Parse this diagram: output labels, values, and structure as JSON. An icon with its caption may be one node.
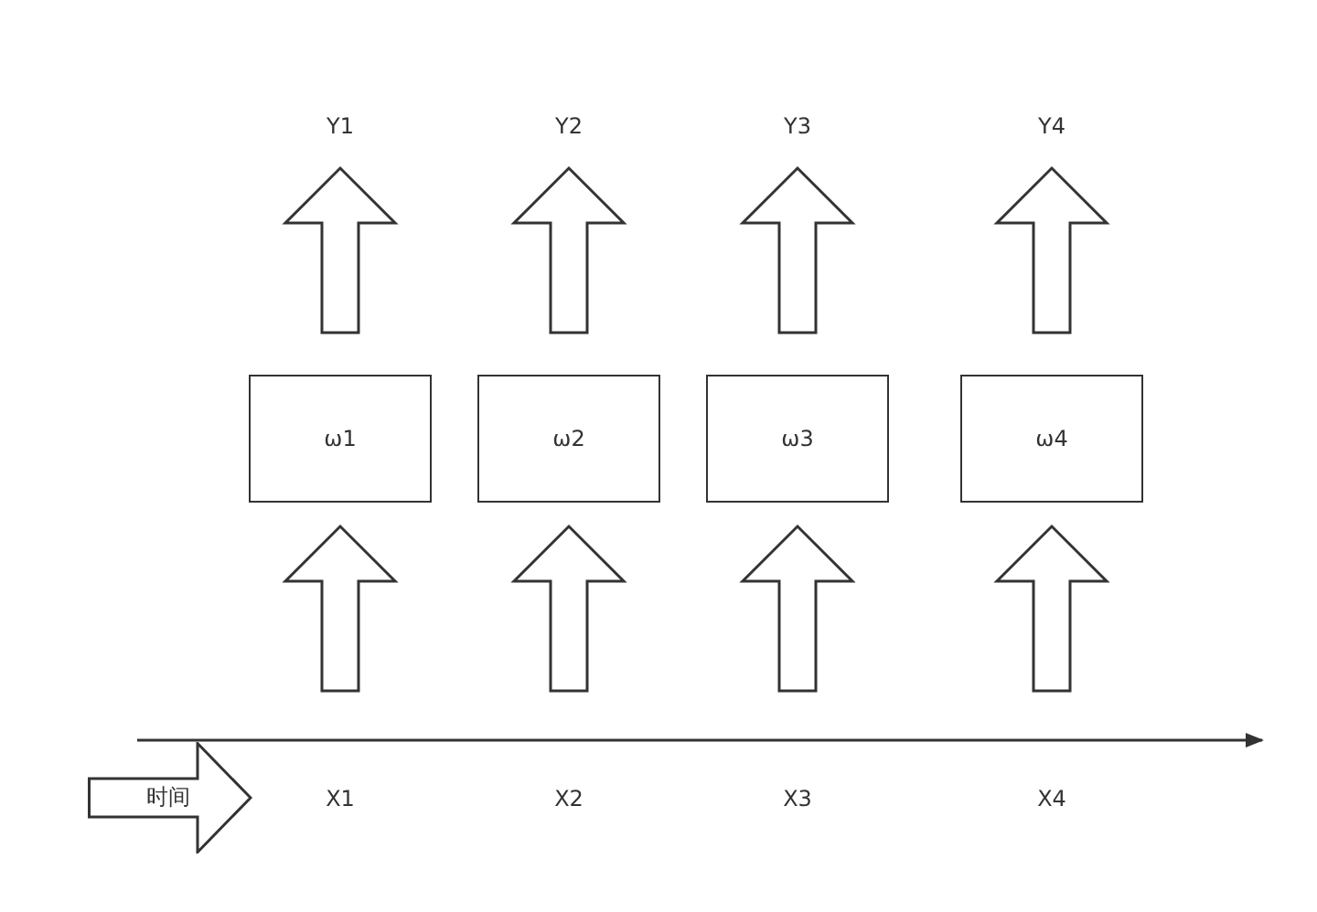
{
  "diagram": {
    "nodes": [
      {
        "text": [
          "Y1"
        ]
      },
      {
        "text": [
          "Y2"
        ]
      },
      {
        "text": [
          "Y3"
        ]
      },
      {
        "text": [
          "Y4"
        ]
      },
      {
        "text": [
          "ω1"
        ]
      },
      {
        "text": [
          "ω2"
        ]
      },
      {
        "text": [
          "ω3"
        ]
      },
      {
        "text": [
          "ω4"
        ]
      },
      {
        "text": [
          "时间"
        ]
      },
      {
        "text": [
          "X1"
        ]
      },
      {
        "text": [
          "X2"
        ]
      },
      {
        "text": [
          "X3"
        ]
      },
      {
        "text": [
          "X4"
        ]
      }
    ],
    "edges": [
      {
        "from": 9,
        "to": 4,
        "arrow": "to"
      },
      {
        "from": 10,
        "to": 5,
        "arrow": "to"
      },
      {
        "from": 11,
        "to": 6,
        "arrow": "to"
      },
      {
        "from": 12,
        "to": 7,
        "arrow": "to"
      },
      {
        "from": 4,
        "to": 0,
        "arrow": "to"
      },
      {
        "from": 5,
        "to": 1,
        "arrow": "to"
      },
      {
        "from": 6,
        "to": 2,
        "arrow": "to"
      },
      {
        "from": 7,
        "to": 3,
        "arrow": "to"
      }
    ]
  }
}
